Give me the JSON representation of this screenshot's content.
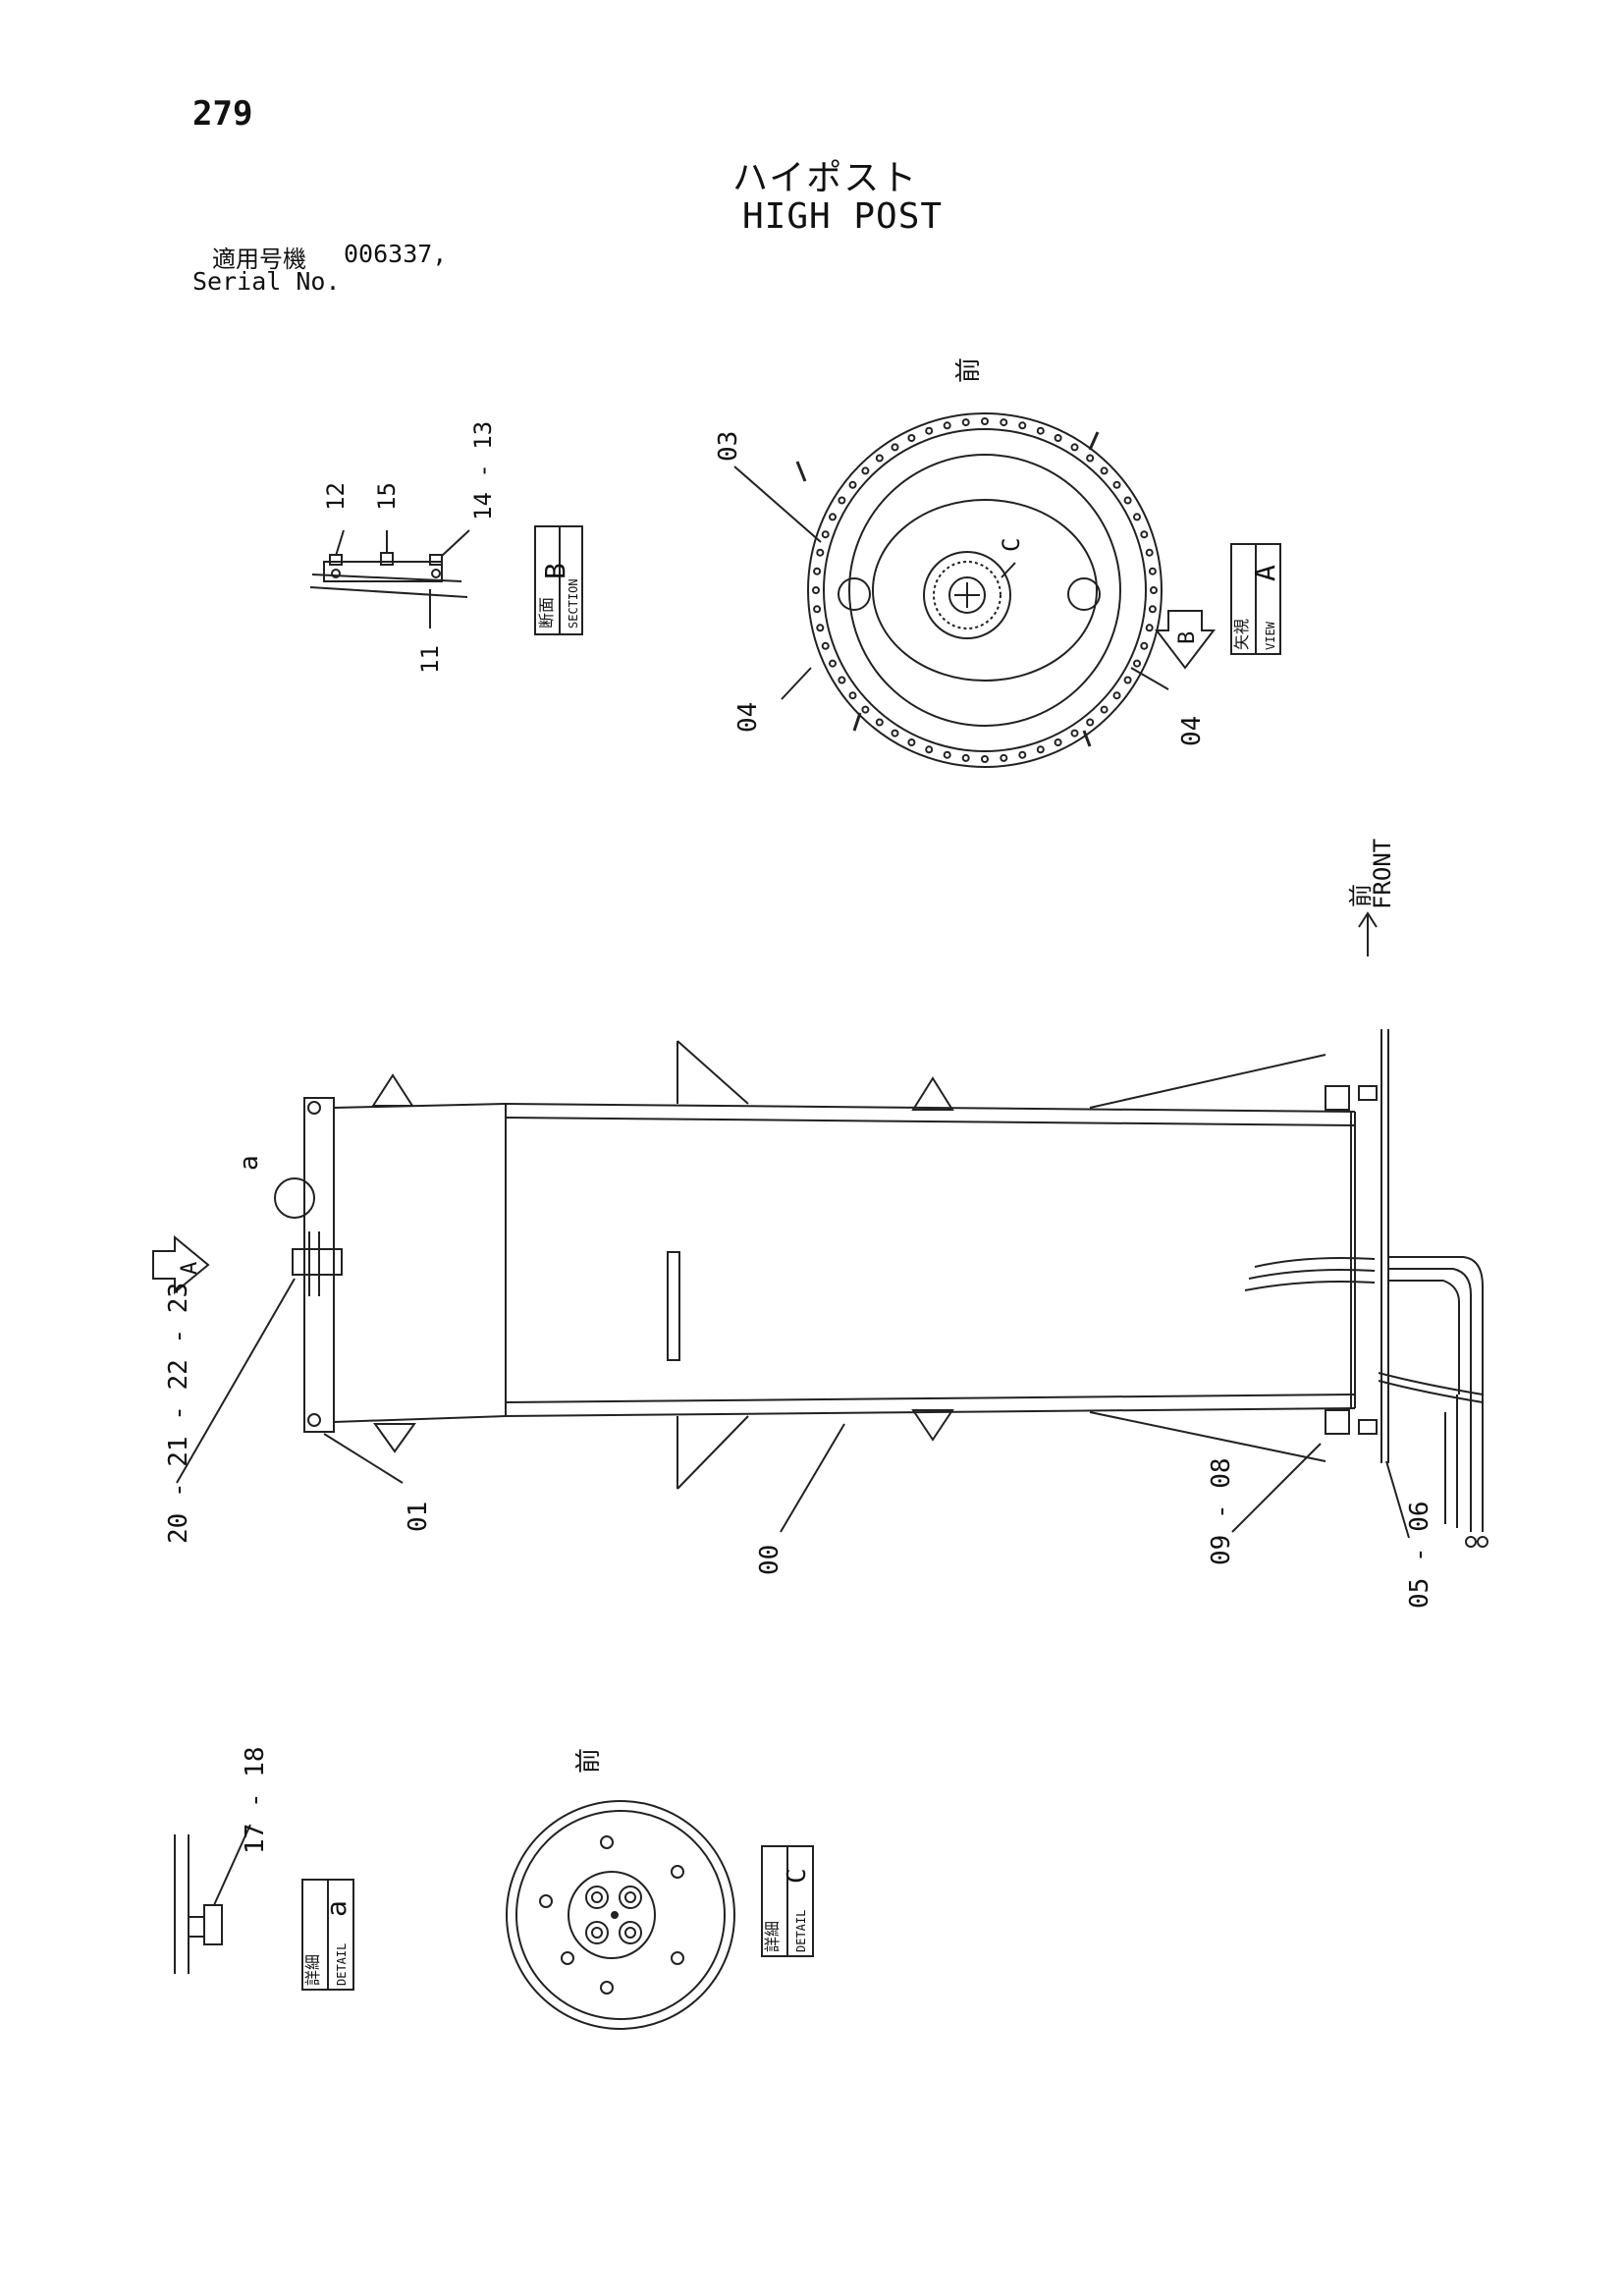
{
  "page_number": "279",
  "title_ja": "ハイポスト",
  "title_en": "HIGH POST",
  "serial_label_ja": "適用号機",
  "serial_value": "006337,",
  "serial_label_en": "Serial No.",
  "front_mark": "前",
  "front_label": "FRONT",
  "view_a": {
    "ja": "矢視",
    "en": "VIEW",
    "letter": "A"
  },
  "section_b": {
    "ja": "断面",
    "en": "SECTION",
    "letter": "B"
  },
  "detail_a": {
    "ja": "詳細",
    "en": "DETAIL",
    "letter": "a"
  },
  "detail_c": {
    "ja": "詳細",
    "en": "DETAIL",
    "letter": "C"
  },
  "arrow_a_letter": "A",
  "arrow_b_letter": "B",
  "callout_a": "a",
  "callout_c": "C",
  "part_numbers": {
    "p00": "00",
    "p01": "01",
    "p03": "03",
    "p04_left": "04",
    "p04_right": "04",
    "p05_06": "05 - 06",
    "p08_09": "09 - 08",
    "p11": "11",
    "p12": "12",
    "p13_14": "14 - 13",
    "p15": "15",
    "p17_18": "17 - 18",
    "p20_23": "20 - 21 - 22 - 23"
  }
}
